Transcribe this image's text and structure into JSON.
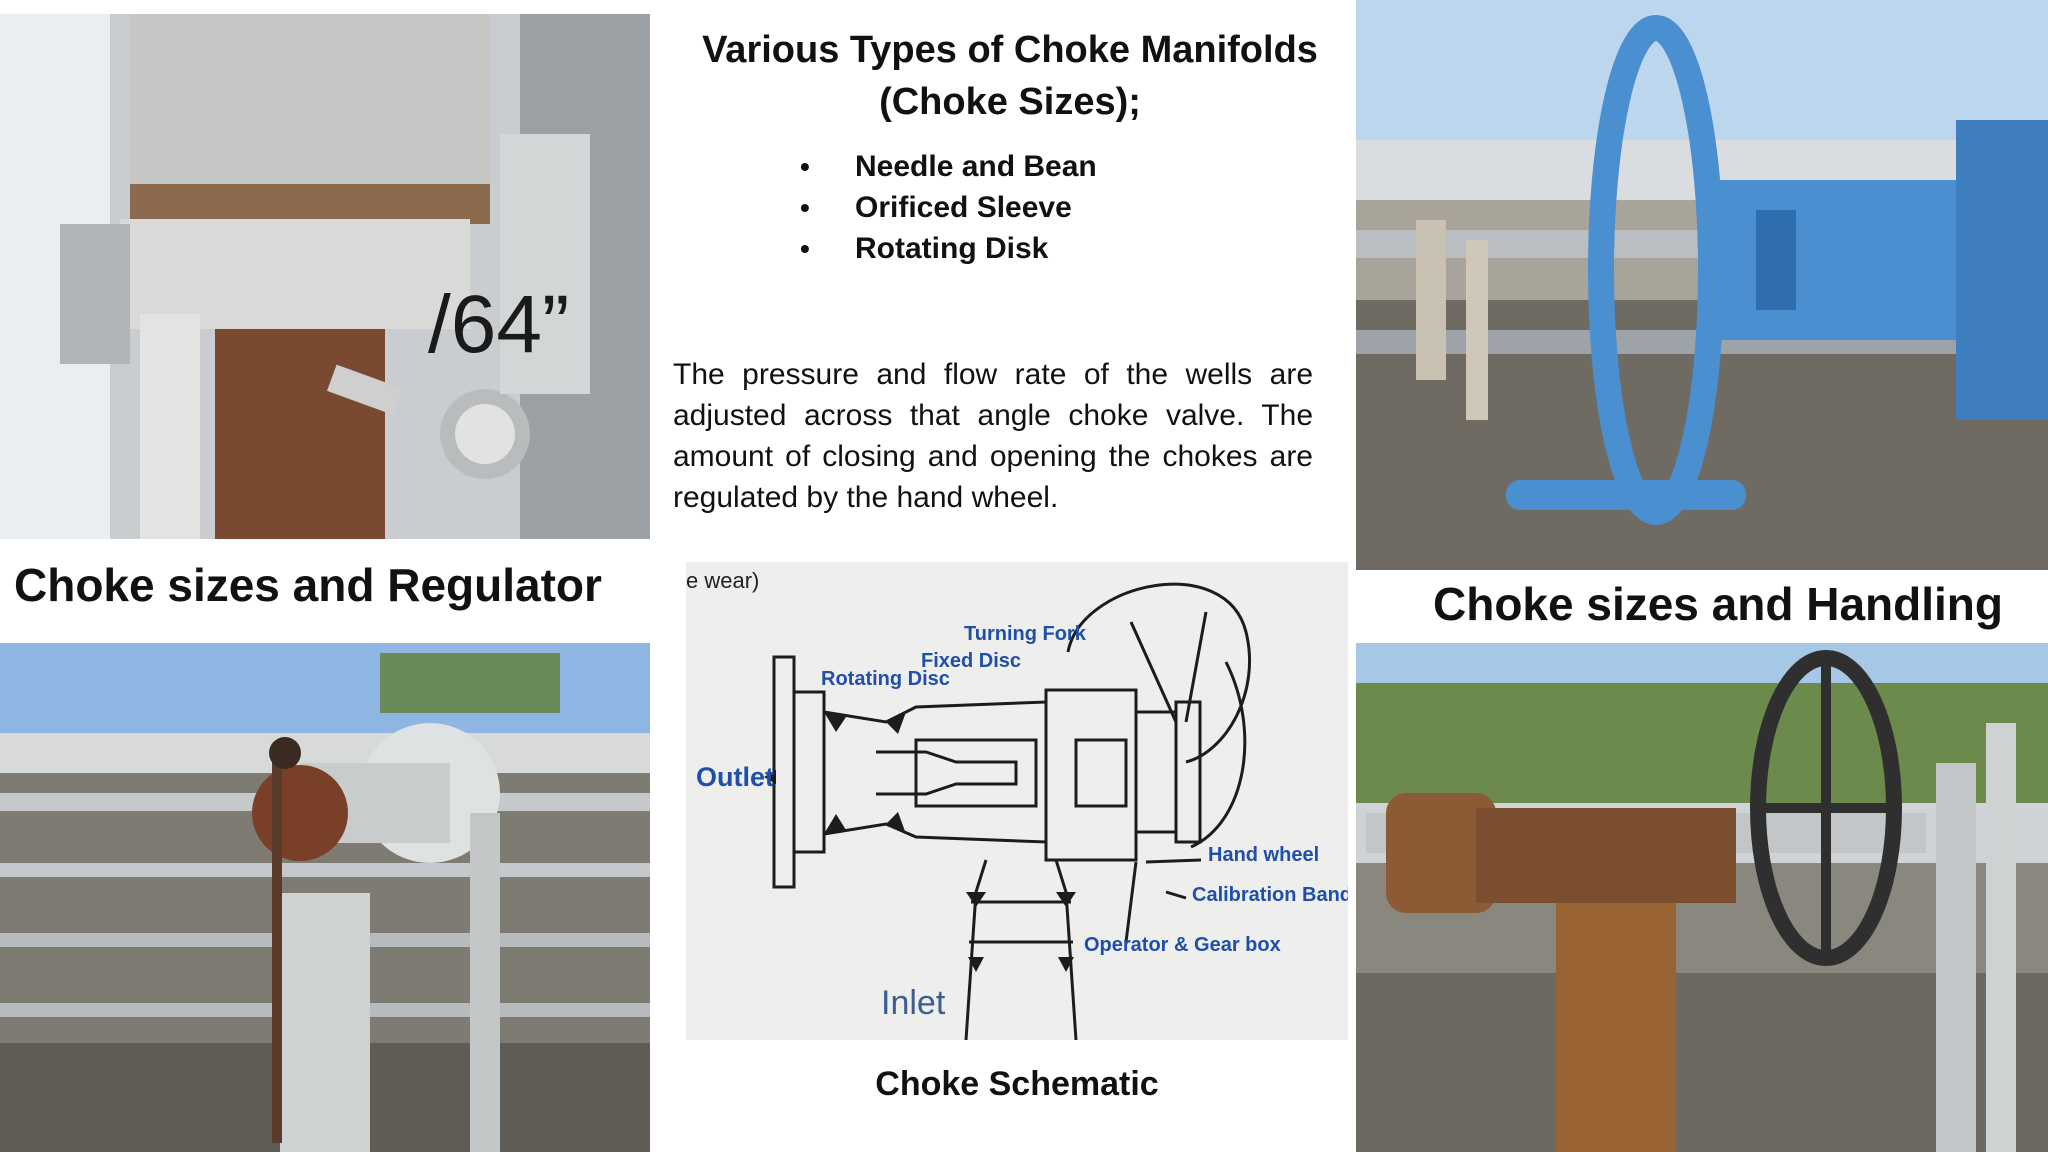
{
  "slide": {
    "title": "Various Types of Choke Manifolds (Choke Sizes);",
    "bullets": [
      "Needle and Bean",
      "Orificed Sleeve",
      "Rotating Disk"
    ],
    "description": "The pressure and flow rate of the wells are adjusted across that angle choke valve. The amount of closing and opening the chokes are regulated by the hand wheel."
  },
  "captions": {
    "left": "Choke sizes and Regulator",
    "right": "Choke sizes and Handling",
    "schematic": "Choke Schematic"
  },
  "photo_overlay": {
    "size_mark": "/64”"
  },
  "schematic": {
    "corner_text": "e wear)",
    "labels": {
      "turning_fork": "Turning Fork",
      "fixed_disc": "Fixed Disc",
      "rotating_disc": "Rotating Disc",
      "outlet": "Outlet",
      "hand_wheel": "Hand wheel",
      "calibration_band": "Calibration Band",
      "operator_gear_box": "Operator & Gear box",
      "inlet": "Inlet"
    }
  },
  "colors": {
    "valve_blue": "#4a8fd0",
    "rust": "#8a5230",
    "sky": "#b9d3ec",
    "schematic_label": "#1f4fa8"
  }
}
